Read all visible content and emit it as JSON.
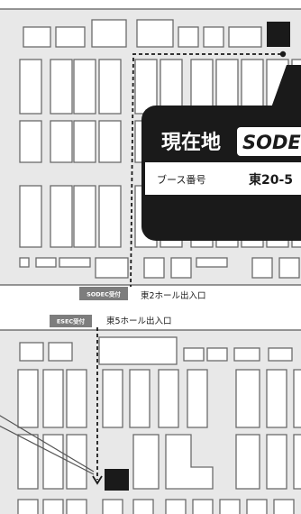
{
  "callout": {
    "title": "現在地",
    "logo_text": "SODEC",
    "booth_label": "ブース番号",
    "booth_number": "東20-5"
  },
  "receptions": {
    "sodec": "SODEC受付",
    "esec": "ESEC受付"
  },
  "entrances": {
    "east2": "東2ホール出入口",
    "east5": "東5ホール出入口"
  },
  "colors": {
    "hall_background": "#e8e8e8",
    "booth_fill": "#ffffff",
    "highlight_booth": "#1a1a1a",
    "reception_badge": "#7d7d7d"
  },
  "icons": {
    "logo": "sodec-logo-icon",
    "route_arrow": "route-arrow-icon"
  }
}
